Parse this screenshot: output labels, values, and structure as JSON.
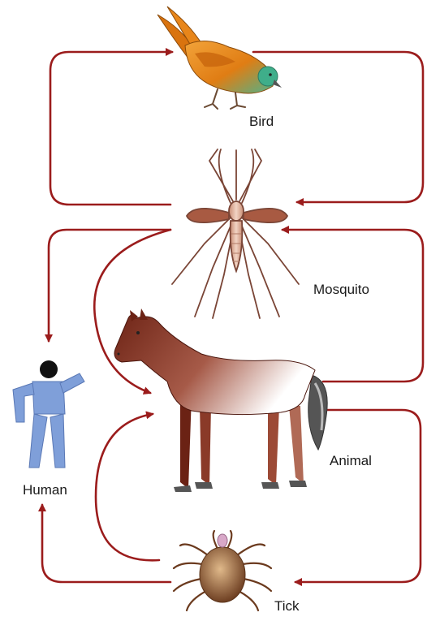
{
  "labels": {
    "bird": "Bird",
    "mosquito": "Mosquito",
    "animal": "Animal",
    "human": "Human",
    "tick": "Tick"
  },
  "colors": {
    "arrow": "#9b1c1c",
    "bird_body": "#e8861a",
    "mosquito": "#b5705a",
    "horse": "#7a2a1c",
    "human_shirt": "#7f9fd9",
    "tick_body": "#8a5a3a"
  },
  "icons": [
    "bird-icon",
    "mosquito-icon",
    "horse-icon",
    "human-icon",
    "tick-icon"
  ]
}
